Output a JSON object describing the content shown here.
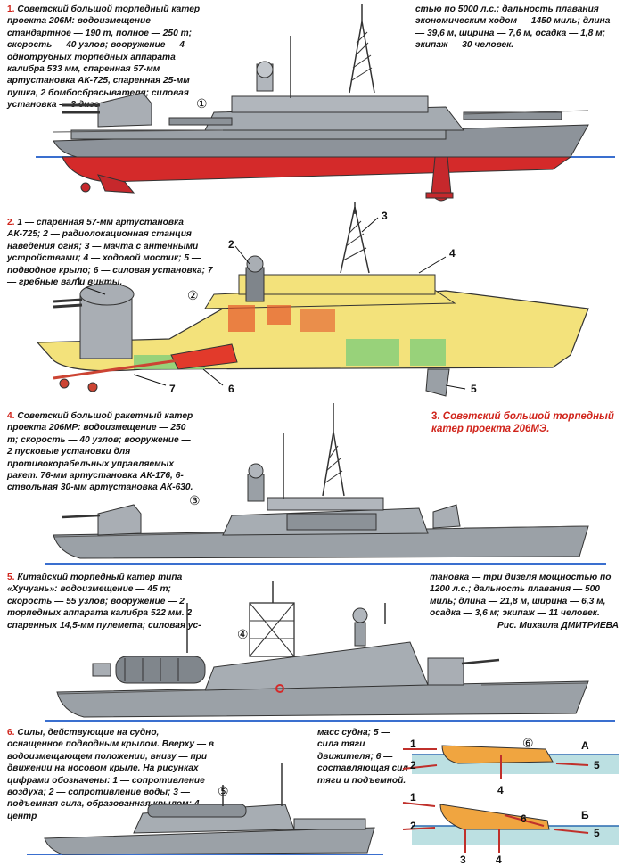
{
  "captions": {
    "c1": {
      "num": "1.",
      "text_a": "Советский большой торпедный катер проекта 206М: водоизмещение стандартное — 190 т, полное — 250 т; скорость — 40 узлов; вооружение — 4 однотрубных торпедных аппарата калибра 533 мм, спаренная 57-мм артустановка АК-725, спаренная 25-мм пушка, 2 бомбосбрасывателя; силовая установка — 3 дизеля мощно-",
      "text_b": "стью по 5000 л.с.; дальность плавания экономическим ходом — 1450 миль; длина — 39,6 м, ширина — 7,6 м, осадка — 1,8 м; экипаж — 30 человек."
    },
    "c2": {
      "num": "2.",
      "text": "1 — спаренная 57-мм артустановка АК-725; 2 — радиолокационная станция наведения огня; 3 — мачта с антенными устройствами; 4 — ходовой мостик; 5 — подводное крыло; 6 — силовая установка; 7 — гребные вал и винты."
    },
    "c3": {
      "num": "3.",
      "text": "Советский большой торпедный катер проекта 206МЭ."
    },
    "c4": {
      "num": "4.",
      "text": "Советский большой ракетный катер проекта 206МР: водоизмещение — 250 т; скорость — 40 узлов; вооружение — 2 пусковые установки для противокорабельных управляемых ракет. 76-мм артустановка АК-176, 6-ствольная 30-мм артустановка АК-630."
    },
    "c5": {
      "num": "5.",
      "text_a": "Китайский торпедный катер типа «Хучуань»: водоизмещение — 45 т; скорость — 55 узлов; вооружение — 2 торпедных аппарата калибра 522 мм. 2 спаренных 14,5-мм пулемета; силовая ус-",
      "text_b": "тановка — три дизеля мощностью по 1200 л.с.; дальность плавания — 500 миль; длина — 21,8 м, ширина — 6,3 м, осадка — 3,6 м; экипаж — 11 человек.",
      "credit": "Рис. Михаила ДМИТРИЕВА"
    },
    "c6": {
      "num": "6.",
      "text_a": "Силы, действующие на судно, оснащенное подводным крылом. Вверху — в водоизмещающем положении, внизу — при движении на носовом крыле. На рисунках цифрами обозначены: 1 — сопротивление воздуха; 2 — сопротивление воды; 3 — подъемная сила, образованная крылом; 4 — центр",
      "text_b": "масс судна; 5 — сила тяги движителя; 6 — составляющая сил тяги и подъемной."
    }
  },
  "figure_markers": {
    "ship1": "①",
    "ship2": "②",
    "ship3": "③",
    "ship4": "④",
    "ship5": "⑤",
    "diagram": "⑥"
  },
  "callouts": [
    "1",
    "2",
    "3",
    "4",
    "5",
    "6",
    "7"
  ],
  "diagram": {
    "top_label": "А",
    "bottom_label": "Б",
    "force_labels": [
      "1",
      "2",
      "3",
      "4",
      "5",
      "6"
    ]
  }
}
